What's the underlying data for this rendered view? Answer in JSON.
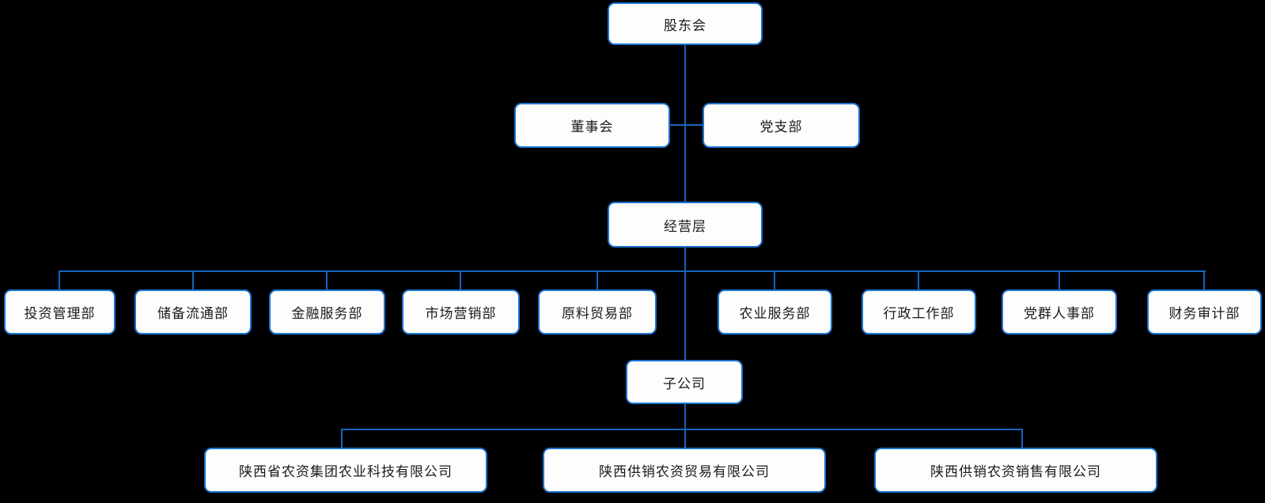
{
  "theme": {
    "background": "#000000",
    "line_color": "#1565c0",
    "node_border_color": "#1a73d0",
    "node_fill_color": "#fdfdfd",
    "node_text_color": "#1a1a1a"
  },
  "org_chart": {
    "shareholders_meeting": "股东会",
    "board_of_directors": "董事会",
    "party_branch": "党支部",
    "management_level": "经营层",
    "departments": [
      "投资管理部",
      "储备流通部",
      "金融服务部",
      "市场营销部",
      "原料贸易部",
      "农业服务部",
      "行政工作部",
      "党群人事部",
      "财务审计部"
    ],
    "subsidiaries_group": "子公司",
    "subsidiaries": [
      "陕西省农资集团农业科技有限公司",
      "陕西供销农资贸易有限公司",
      "陕西供销农资销售有限公司"
    ]
  }
}
